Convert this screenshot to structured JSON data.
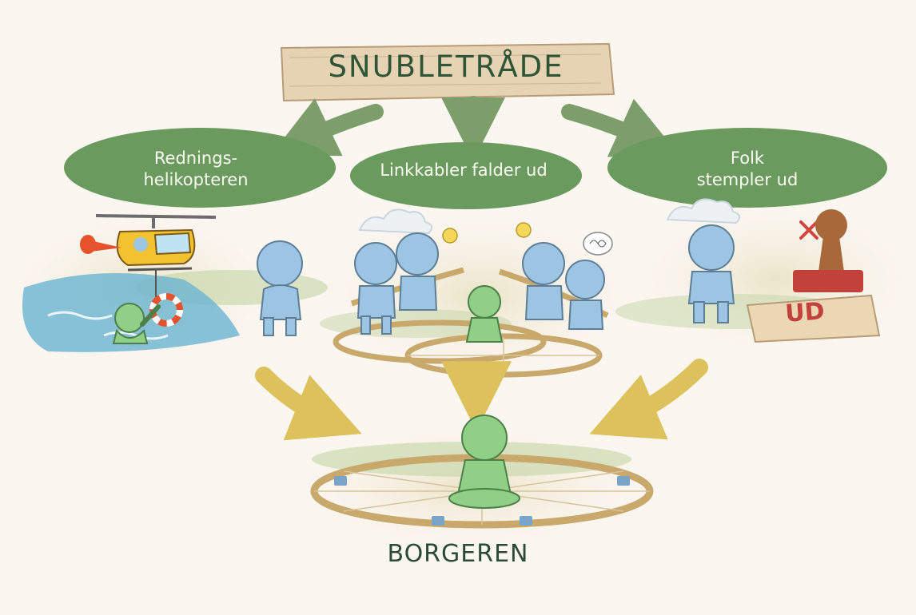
{
  "title": "SNUBLETRÅDE",
  "causes": [
    {
      "label": "Rednings-\nhelikopteren"
    },
    {
      "label": "Linkkabler falder ud"
    },
    {
      "label": "Folk\nstempler ud"
    }
  ],
  "stamp_text": "UD",
  "center": {
    "label": "BORGEREN"
  },
  "colors": {
    "sign": "#e6d3b3",
    "title_text": "#2f5536",
    "bubble": "#6b9a5e",
    "arrow_top": "#7d9e6a",
    "arrow_bottom": "#dcc15c",
    "figure_blue": "#9cc5e3",
    "figure_green": "#8fcf86",
    "rope": "#c9a86c",
    "water": "#6ab4d2"
  },
  "icons": [
    "helicopter-icon",
    "lifebuoy-icon",
    "lightbulb-icon",
    "tangle-thought-icon",
    "stamp-icon",
    "x-mark-icon",
    "cloud-icon"
  ]
}
